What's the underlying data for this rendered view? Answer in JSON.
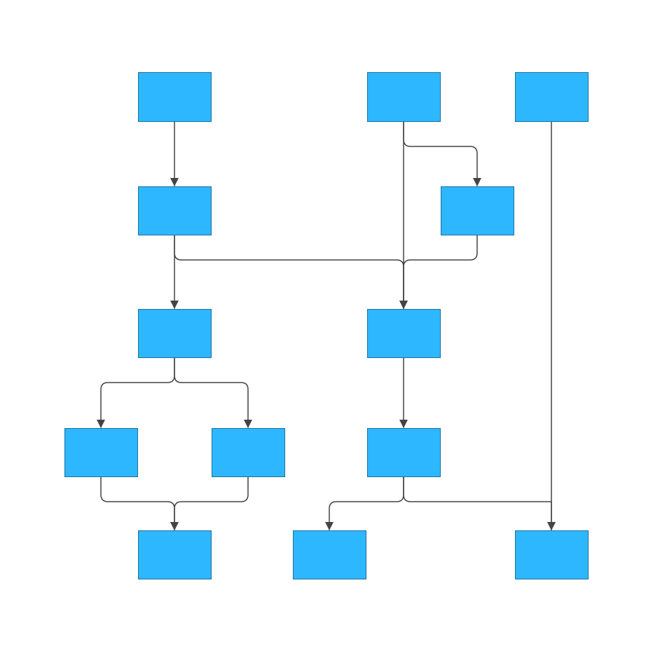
{
  "colors": {
    "background": "#ffffff",
    "node_fill": "#2db7ff",
    "node_stroke": "#1b6f9e",
    "edge": "#444444",
    "arrowhead": "#444444"
  },
  "nodes": [
    {
      "id": "n1",
      "label": ""
    },
    {
      "id": "n2",
      "label": ""
    },
    {
      "id": "n3",
      "label": ""
    },
    {
      "id": "n4",
      "label": ""
    },
    {
      "id": "n5",
      "label": ""
    },
    {
      "id": "n6",
      "label": ""
    },
    {
      "id": "n7",
      "label": ""
    },
    {
      "id": "n8",
      "label": ""
    },
    {
      "id": "n9",
      "label": ""
    },
    {
      "id": "n10",
      "label": ""
    },
    {
      "id": "n11",
      "label": ""
    },
    {
      "id": "n12",
      "label": ""
    },
    {
      "id": "n13",
      "label": ""
    },
    {
      "id": "n14",
      "label": ""
    }
  ],
  "edges": [
    {
      "from": "n1",
      "to": "n4"
    },
    {
      "from": "n2",
      "to": "n5"
    },
    {
      "from": "n2",
      "to": "n7"
    },
    {
      "from": "n4",
      "to": "n6"
    },
    {
      "from": "n4",
      "to": "n7"
    },
    {
      "from": "n5",
      "to": "n7"
    },
    {
      "from": "n6",
      "to": "n8"
    },
    {
      "from": "n6",
      "to": "n9"
    },
    {
      "from": "n7",
      "to": "n10"
    },
    {
      "from": "n8",
      "to": "n11"
    },
    {
      "from": "n9",
      "to": "n11"
    },
    {
      "from": "n10",
      "to": "n12"
    },
    {
      "from": "n10",
      "to": "n13"
    },
    {
      "from": "n3",
      "to": "n13"
    }
  ]
}
